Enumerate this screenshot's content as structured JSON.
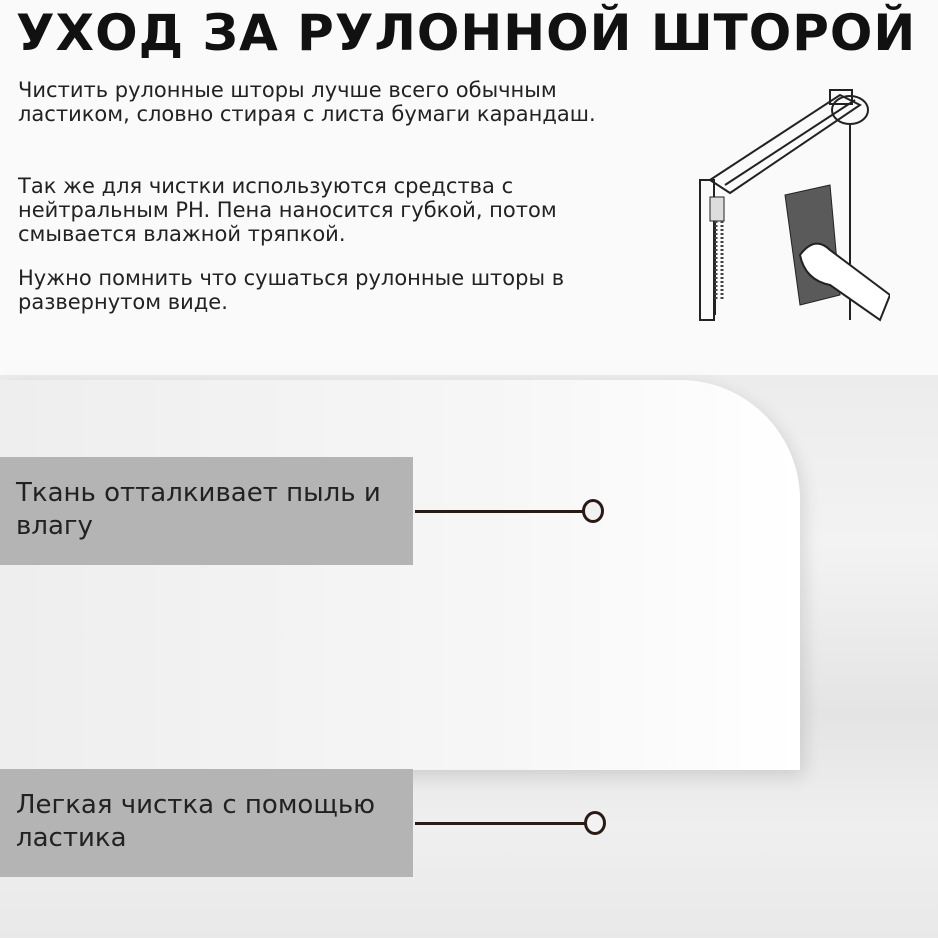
{
  "title": "УХОД ЗА РУЛОННОЙ ШТОРОЙ",
  "paragraphs": [
    "Чистить рулонные шторы лучше всего обычным ластиком, словно стирая с листа бумаги карандаш.",
    "Так же для чистки используются средства с нейтральным PH. Пена наносится губкой, потом смывается влажной тряпкой.",
    "Нужно помнить что сушаться рулонные шторы в развернутом виде."
  ],
  "callouts": [
    "Ткань отталкивает пыль и влагу",
    "Легкая чистка с помощью ластика"
  ]
}
